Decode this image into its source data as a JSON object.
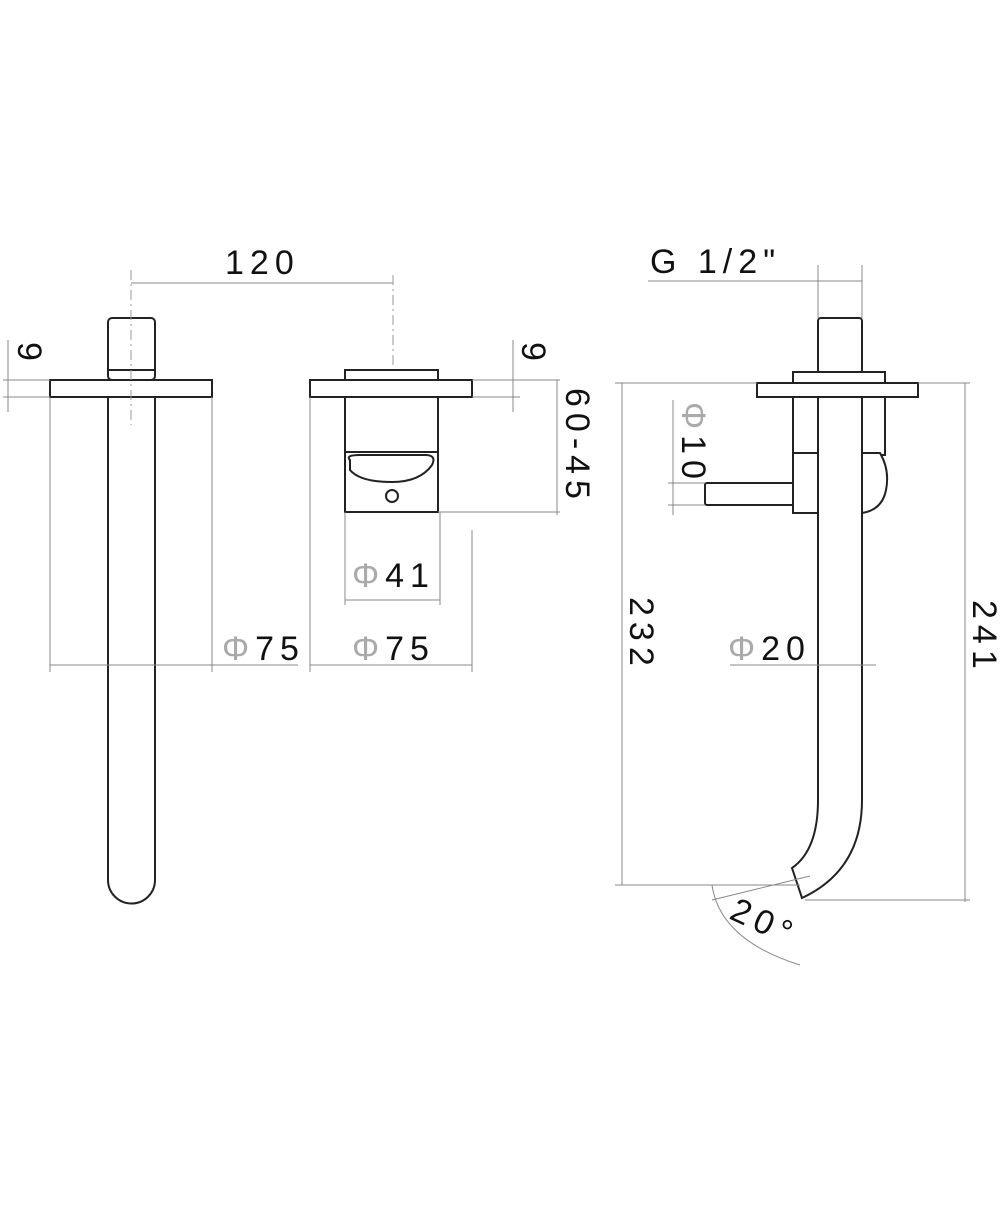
{
  "drawing": {
    "front_view_spout": {
      "dim_centers": "120",
      "dim_plate_thickness": "9",
      "dim_plate_diameter_symbol": "Φ",
      "dim_plate_diameter": "75"
    },
    "front_view_mixer": {
      "dim_plate_thickness": "9",
      "dim_depth_range": "60-45",
      "dim_body_diameter_symbol": "Φ",
      "dim_body_diameter": "41",
      "dim_plate_diameter_symbol": "Φ",
      "dim_plate_diameter": "75"
    },
    "side_view": {
      "dim_thread": "G 1/2\"",
      "dim_lever_diameter_symbol": "Φ",
      "dim_lever_diameter": "10",
      "dim_height_outlet": "232",
      "dim_spout_diameter_symbol": "Φ",
      "dim_spout_diameter": "20",
      "dim_height_total": "241",
      "dim_angle": "20°"
    },
    "colors": {
      "line": "#222222",
      "dimension": "#888888"
    }
  }
}
